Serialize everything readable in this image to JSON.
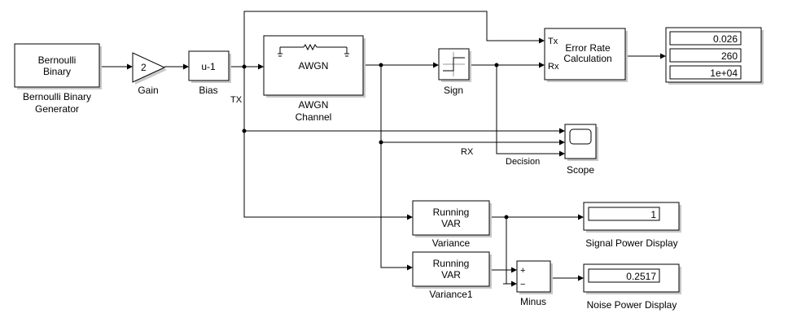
{
  "blocks": {
    "bernoulli": {
      "line1": "Bernoulli",
      "line2": "Binary",
      "caption1": "Bernoulli Binary",
      "caption2": "Generator"
    },
    "gain": {
      "value": "2",
      "caption": "Gain"
    },
    "bias": {
      "text": "u-1",
      "caption": "Bias"
    },
    "awgn": {
      "text": "AWGN",
      "caption1": "AWGN",
      "caption2": "Channel"
    },
    "sign": {
      "caption": "Sign"
    },
    "error_rate": {
      "port_tx": "Tx",
      "port_rx": "Rx",
      "line1": "Error Rate",
      "line2": "Calculation"
    },
    "error_display": {
      "values": [
        "0.026",
        "260",
        "1e+04"
      ]
    },
    "scope": {
      "caption": "Scope"
    },
    "variance": {
      "line1": "Running",
      "line2": "VAR",
      "caption": "Variance"
    },
    "variance1": {
      "line1": "Running",
      "line2": "VAR",
      "caption": "Variance1"
    },
    "minus": {
      "plus": "+",
      "minus": "−",
      "caption": "Minus"
    },
    "signal_display": {
      "value": "1",
      "caption": "Signal Power Display"
    },
    "noise_display": {
      "value": "0.2517",
      "caption": "Noise Power Display"
    }
  },
  "signals": {
    "tx": "TX",
    "rx": "RX",
    "decision": "Decision"
  }
}
